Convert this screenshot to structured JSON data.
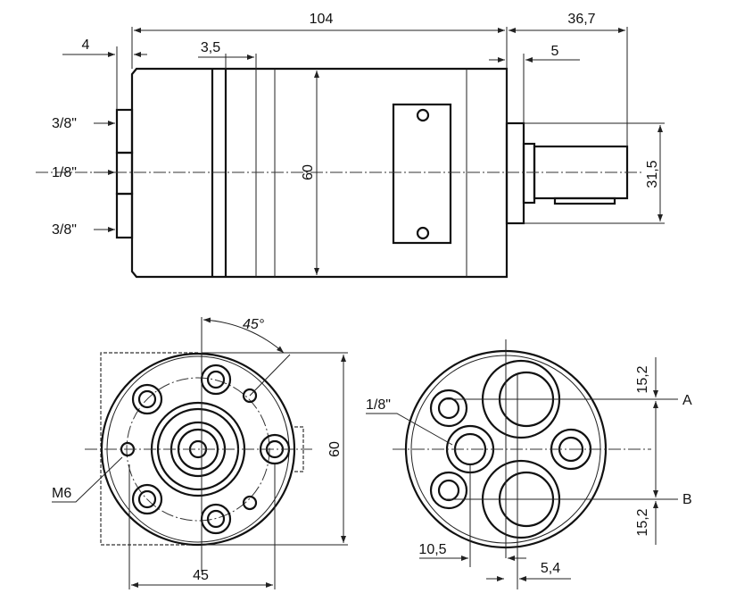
{
  "drawing": {
    "side_view": {
      "dim_length": "104",
      "dim_shaft": "36,7",
      "dim_port_offset": "4",
      "dim_band": "3,5",
      "dim_flange": "5",
      "dim_height": "60",
      "dim_flange_height": "31,5",
      "port_top": "3/8\"",
      "port_middle": "1/8\"",
      "port_bottom": "3/8\""
    },
    "front_view": {
      "dim_angle": "45°",
      "dim_bolt_spacing": "45",
      "dim_height": "60",
      "thread": "M6"
    },
    "rear_view": {
      "drain_port": "1/8\"",
      "dim_top": "15,2",
      "dim_bottom": "15,2",
      "port_a": "A",
      "port_b": "B",
      "dim_offset_1": "10,5",
      "dim_offset_2": "5,4"
    }
  }
}
